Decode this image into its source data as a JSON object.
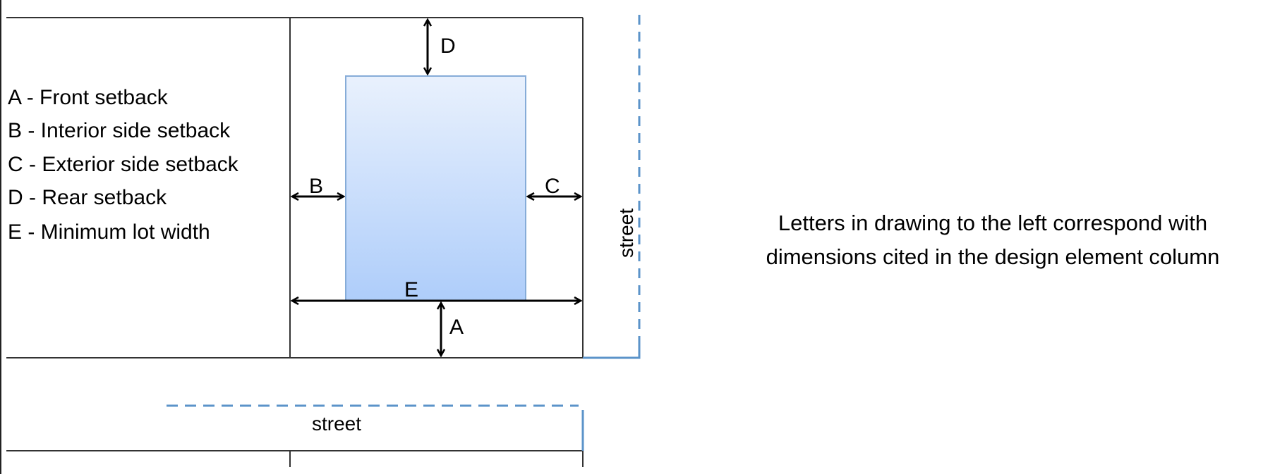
{
  "legend": [
    "A - Front setback",
    "B - Interior side setback",
    "C - Exterior side setback",
    "D - Rear setback",
    "E - Minimum lot width"
  ],
  "dimension_labels": {
    "a": "A",
    "b": "B",
    "c": "C",
    "d": "D",
    "e": "E"
  },
  "street_labels": {
    "side": "street",
    "front": "street"
  },
  "caption": {
    "line1": "Letters in drawing to the left correspond with",
    "line2": "dimensions cited in the design element column"
  },
  "colors": {
    "building_top": "#e9f1fd",
    "building_bottom": "#aecdfa",
    "building_border": "#86acd8",
    "street_line": "#5b93c9"
  }
}
